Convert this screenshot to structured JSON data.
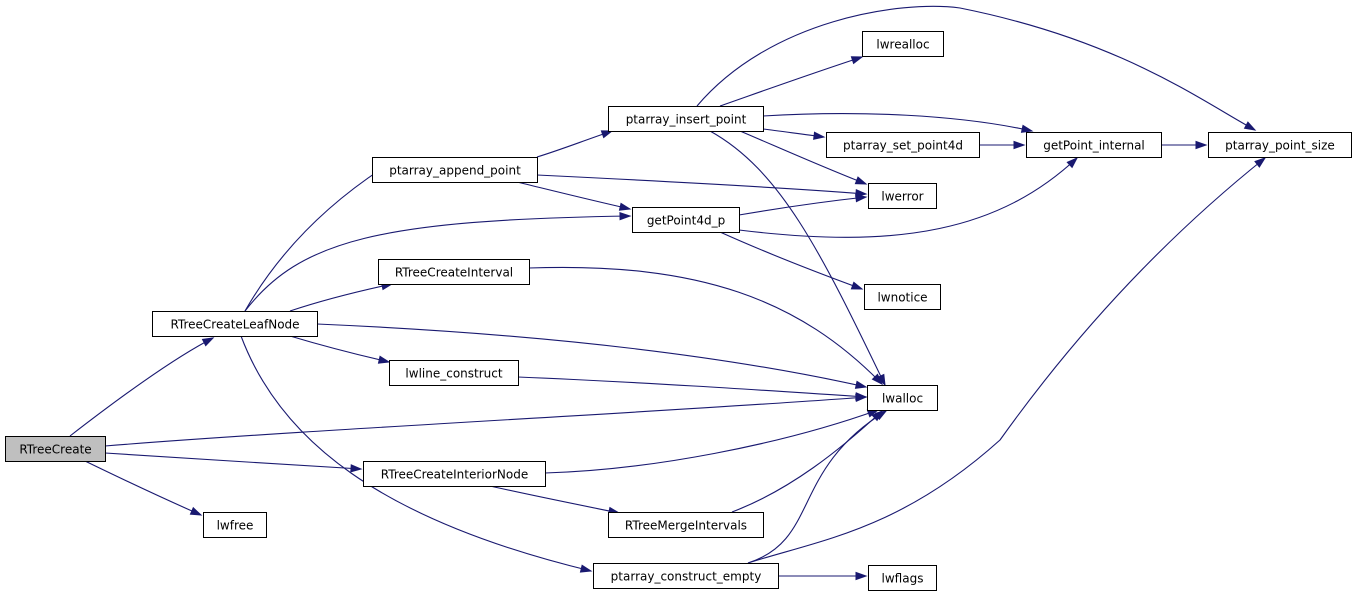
{
  "graph": {
    "root": "RTreeCreate",
    "nodes": [
      {
        "id": "RTreeCreate",
        "label": "RTreeCreate",
        "root": true
      },
      {
        "id": "RTreeCreateLeafNode",
        "label": "RTreeCreateLeafNode"
      },
      {
        "id": "RTreeCreateInteriorNode",
        "label": "RTreeCreateInteriorNode"
      },
      {
        "id": "lwfree",
        "label": "lwfree"
      },
      {
        "id": "ptarray_append_point",
        "label": "ptarray_append_point"
      },
      {
        "id": "RTreeCreateInterval",
        "label": "RTreeCreateInterval"
      },
      {
        "id": "lwline_construct",
        "label": "lwline_construct"
      },
      {
        "id": "ptarray_insert_point",
        "label": "ptarray_insert_point"
      },
      {
        "id": "getPoint4d_p",
        "label": "getPoint4d_p"
      },
      {
        "id": "RTreeMergeIntervals",
        "label": "RTreeMergeIntervals"
      },
      {
        "id": "ptarray_construct_empty",
        "label": "ptarray_construct_empty"
      },
      {
        "id": "lwrealloc",
        "label": "lwrealloc"
      },
      {
        "id": "ptarray_set_point4d",
        "label": "ptarray_set_point4d"
      },
      {
        "id": "lwerror",
        "label": "lwerror"
      },
      {
        "id": "lwnotice",
        "label": "lwnotice"
      },
      {
        "id": "lwalloc",
        "label": "lwalloc"
      },
      {
        "id": "lwflags",
        "label": "lwflags"
      },
      {
        "id": "getPoint_internal",
        "label": "getPoint_internal"
      },
      {
        "id": "ptarray_point_size",
        "label": "ptarray_point_size"
      }
    ],
    "edges": [
      {
        "from": "RTreeCreate",
        "to": "RTreeCreateLeafNode"
      },
      {
        "from": "RTreeCreate",
        "to": "lwalloc"
      },
      {
        "from": "RTreeCreate",
        "to": "RTreeCreateInteriorNode"
      },
      {
        "from": "RTreeCreate",
        "to": "lwfree"
      },
      {
        "from": "RTreeCreateLeafNode",
        "to": "ptarray_append_point"
      },
      {
        "from": "RTreeCreateLeafNode",
        "to": "getPoint4d_p"
      },
      {
        "from": "RTreeCreateLeafNode",
        "to": "RTreeCreateInterval"
      },
      {
        "from": "RTreeCreateLeafNode",
        "to": "lwalloc"
      },
      {
        "from": "RTreeCreateLeafNode",
        "to": "lwline_construct"
      },
      {
        "from": "RTreeCreateLeafNode",
        "to": "ptarray_construct_empty"
      },
      {
        "from": "ptarray_append_point",
        "to": "ptarray_insert_point"
      },
      {
        "from": "ptarray_append_point",
        "to": "lwerror"
      },
      {
        "from": "ptarray_append_point",
        "to": "getPoint4d_p"
      },
      {
        "from": "ptarray_insert_point",
        "to": "ptarray_point_size"
      },
      {
        "from": "ptarray_insert_point",
        "to": "lwrealloc"
      },
      {
        "from": "ptarray_insert_point",
        "to": "getPoint_internal"
      },
      {
        "from": "ptarray_insert_point",
        "to": "ptarray_set_point4d"
      },
      {
        "from": "ptarray_insert_point",
        "to": "lwerror"
      },
      {
        "from": "ptarray_insert_point",
        "to": "lwalloc"
      },
      {
        "from": "ptarray_set_point4d",
        "to": "getPoint_internal"
      },
      {
        "from": "getPoint_internal",
        "to": "ptarray_point_size"
      },
      {
        "from": "getPoint4d_p",
        "to": "lwerror"
      },
      {
        "from": "getPoint4d_p",
        "to": "getPoint_internal"
      },
      {
        "from": "getPoint4d_p",
        "to": "lwnotice"
      },
      {
        "from": "RTreeCreateInterval",
        "to": "lwalloc"
      },
      {
        "from": "lwline_construct",
        "to": "lwalloc"
      },
      {
        "from": "RTreeCreateInteriorNode",
        "to": "lwalloc"
      },
      {
        "from": "RTreeCreateInteriorNode",
        "to": "RTreeMergeIntervals"
      },
      {
        "from": "RTreeMergeIntervals",
        "to": "lwalloc"
      },
      {
        "from": "ptarray_construct_empty",
        "to": "lwalloc"
      },
      {
        "from": "ptarray_construct_empty",
        "to": "ptarray_point_size"
      },
      {
        "from": "ptarray_construct_empty",
        "to": "lwflags"
      }
    ]
  },
  "colors": {
    "edge": "#191970",
    "root_fill": "#bfbfbf",
    "node_fill": "#ffffff",
    "node_border": "#000000"
  }
}
